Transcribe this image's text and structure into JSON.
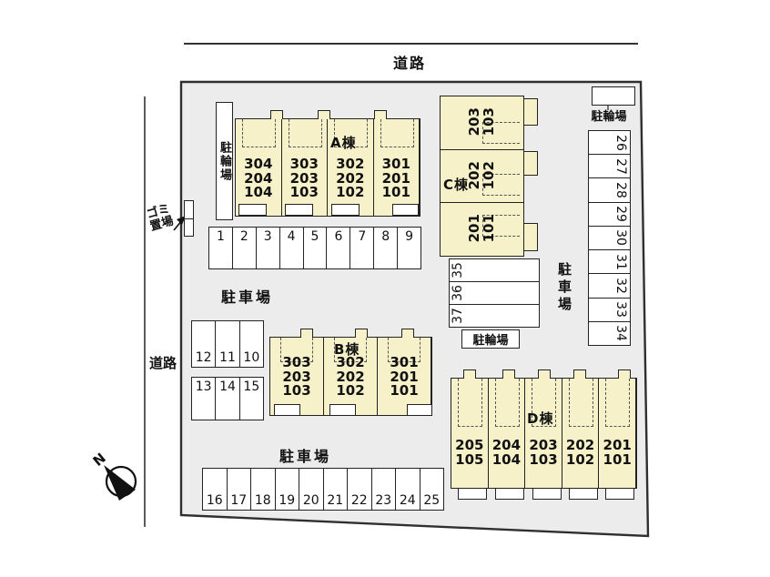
{
  "colors": {
    "site_fill": "#ececec",
    "building_fill": "#f6f1c8",
    "line": "#222222"
  },
  "roads": {
    "top": "道路",
    "left": "道路"
  },
  "annotations": {
    "garbage": "ゴミ\n置場",
    "north": "N"
  },
  "legend": {
    "parking": "駐車場",
    "bicycle": "駐輪場"
  },
  "buildings": {
    "a": {
      "name": "A棟",
      "units": [
        "304\n204\n104",
        "303\n203\n103",
        "302\n202\n102",
        "301\n201\n101"
      ]
    },
    "b": {
      "name": "B棟",
      "units": [
        "303\n203\n103",
        "302\n202\n102",
        "301\n201\n101"
      ]
    },
    "c": {
      "name": "C棟",
      "units": [
        "203\n103",
        "202\n102",
        "201\n101"
      ]
    },
    "d": {
      "name": "D棟",
      "units": [
        "205\n105",
        "204\n104",
        "203\n103",
        "202\n102",
        "201\n101"
      ]
    }
  },
  "parking": {
    "row_1_9": [
      "1",
      "2",
      "3",
      "4",
      "5",
      "6",
      "7",
      "8",
      "9"
    ],
    "block_12_11_10": [
      "12",
      "11",
      "10"
    ],
    "block_13_14_15": [
      "13",
      "14",
      "15"
    ],
    "row_16_25": [
      "16",
      "17",
      "18",
      "19",
      "20",
      "21",
      "22",
      "23",
      "24",
      "25"
    ],
    "column_26_34": [
      "26",
      "27",
      "28",
      "29",
      "30",
      "31",
      "32",
      "33",
      "34"
    ],
    "rows_35_37": [
      "35",
      "36",
      "37"
    ]
  }
}
